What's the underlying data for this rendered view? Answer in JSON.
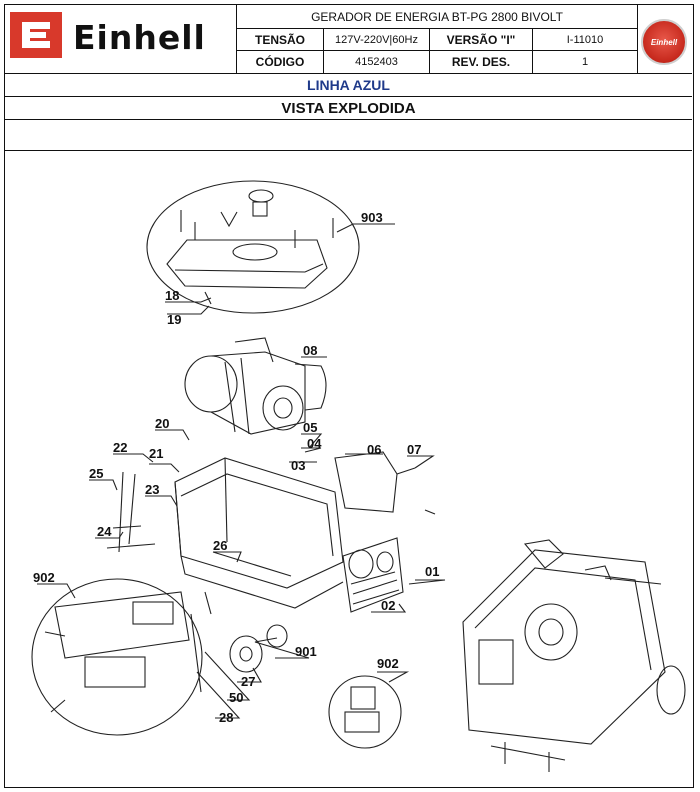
{
  "header": {
    "brand": "Einhell",
    "seal_text": "Einhell",
    "title": "GERADOR DE ENERGIA BT-PG 2800 BIVOLT",
    "tensao_label": "TENSÃO",
    "tensao_value": "127V-220V|60Hz",
    "versao_label": "VERSÃO \"I\"",
    "versao_value": "I-11010",
    "codigo_label": "CÓDIGO",
    "codigo_value": "4152403",
    "rev_label": "REV. DES.",
    "rev_value": "1"
  },
  "linha": "LINHA AZUL",
  "vista": "VISTA EXPLODIDA",
  "part_labels": {
    "p903": "903",
    "p18": "18",
    "p19": "19",
    "p08": "08",
    "p20": "20",
    "p05": "05",
    "p04": "04",
    "p06": "06",
    "p07": "07",
    "p03": "03",
    "p22": "22",
    "p21": "21",
    "p25": "25",
    "p23": "23",
    "p24": "24",
    "p26": "26",
    "p902a": "902",
    "p01": "01",
    "p02": "02",
    "p901": "901",
    "p27": "27",
    "p50": "50",
    "p28": "28",
    "p902b": "902"
  },
  "colors": {
    "logo_red": "#d8392b",
    "linha_blue": "#1f3a8a"
  }
}
